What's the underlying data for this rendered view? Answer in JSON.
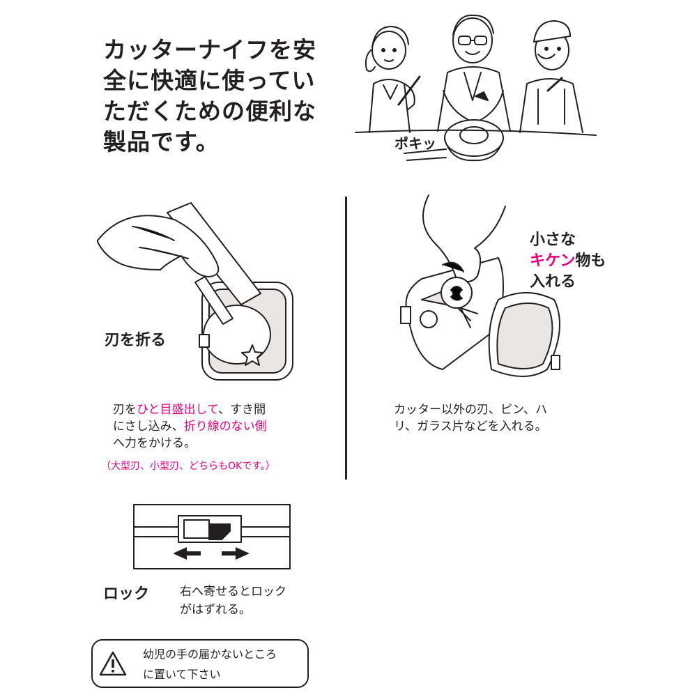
{
  "heading": {
    "lines": [
      "カッターナイフを安",
      "全に快適に使ってい",
      "ただくための便利な",
      "製品です。"
    ]
  },
  "illustration_top": {
    "sound_effect": "ポキッ"
  },
  "left_panel": {
    "label": "刃を折る",
    "caption": {
      "line1_prefix": "刃を",
      "line1_highlight": "ひと目盛出して",
      "line1_suffix": "、すき間",
      "line2_prefix": "にさし込み、",
      "line2_highlight": "折り線のない側",
      "line3": "へ力をかける。"
    },
    "note": "（大型刃、小型刃、どちらもOKです。）"
  },
  "right_panel": {
    "label_line1": "小さな",
    "label_line2_highlight": "キケン",
    "label_line2_suffix": "物も",
    "label_line3": "入れる",
    "caption_line1": "カッター以外の刃、ピン、ハ",
    "caption_line2": "リ、ガラス片などを入れる。"
  },
  "lock_section": {
    "label": "ロック",
    "desc_line1": "右へ寄せるとロック",
    "desc_line2": "がはずれる。"
  },
  "warning": {
    "icon": "warning-triangle-icon",
    "line1": "幼児の手の届かないところ",
    "line2": "に置いて下さい"
  },
  "colors": {
    "text": "#231f20",
    "accent": "#e4007f",
    "panel_fill": "#eae6e4"
  }
}
